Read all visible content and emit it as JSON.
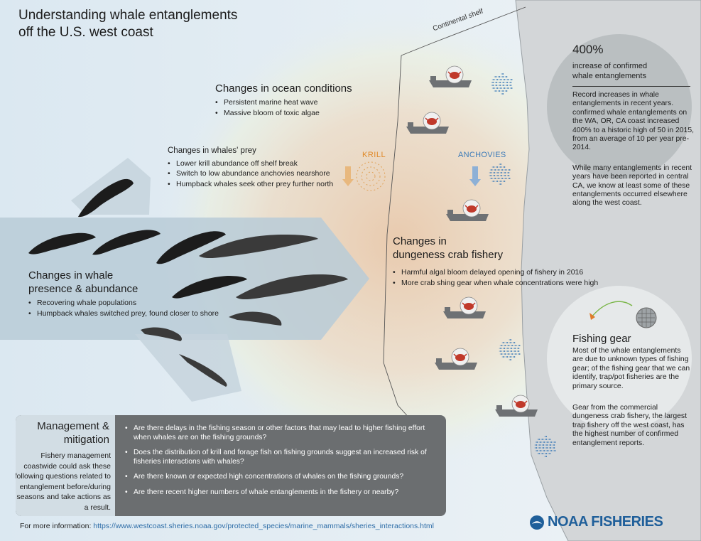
{
  "title": {
    "line1": "Understanding whale entanglements",
    "line2": "off the U.S. west coast"
  },
  "shelf_label": "Continental shelf",
  "ocean": {
    "heading": "Changes in ocean conditions",
    "bullets": [
      "Persistent marine heat wave",
      "Massive bloom of toxic algae"
    ]
  },
  "prey": {
    "heading": "Changes in whales' prey",
    "bullets": [
      "Lower krill abundance off shelf break",
      "Switch to low abundance anchovies nearshore",
      "Humpback whales seek other prey further north"
    ],
    "krill_label": "KRILL",
    "anchovies_label": "ANCHOVIES"
  },
  "whale": {
    "heading_line1": "Changes in whale",
    "heading_line2": "presence & abundance",
    "bullets": [
      "Recovering whale populations",
      "Humpback whales switched prey, found closer to shore"
    ]
  },
  "crab": {
    "heading_line1": "Changes in",
    "heading_line2": "dungeness crab fishery",
    "bullets": [
      "Harmful algal bloom delayed opening of fishery in 2016",
      "More crab shing gear when whale concentrations were high"
    ]
  },
  "stat": {
    "big": "400%",
    "sub": "increase of confirmed whale entanglements",
    "para1": "Record increases in whale entanglements in recent years. confirmed whale entanglements on the WA, OR, CA coast increased 400% to a historic high of 50 in 2015, from an average of 10 per year pre-2014.",
    "para2": "While many entanglements in recent years have been reported in central CA, we know at least some of these entanglements occurred elsewhere along the west coast."
  },
  "gear": {
    "heading": "Fishing gear",
    "para1": "Most of the whale entanglements are due to unknown types of fishing gear; of the fishing gear that we can identify, trap/pot fisheries are the primary source.",
    "para2": "Gear from the commercial dungeness crab fishery, the largest trap fishery off the west coast, has the highest number of confirmed entanglement reports."
  },
  "management": {
    "heading_line1": "Management &",
    "heading_line2": "mitigation",
    "body": "Fishery management coastwide could ask these following questions related to entanglement before/during seasons and take actions as a result.",
    "questions": [
      "Are there delays in the fishing season or other factors that may lead to higher fishing effort when whales are on the fishing grounds?",
      "Does the distribution of krill and forage fish on fishing grounds suggest an increased risk of fisheries interactions with whales?",
      "Are there known or expected high concentrations of whales on the fishing grounds?",
      "Are there recent higher numbers of whale entanglements in the fishery or nearby?"
    ]
  },
  "footer": {
    "label": "For more information:",
    "url": "https://www.westcoast.sheries.noaa.gov/protected_species/marine_mammals/sheries_interactions.html"
  },
  "logo": {
    "text": "NOAA FISHERIES"
  },
  "colors": {
    "krill": "#e08a2a",
    "anchovies": "#3d7bb8",
    "crab": "#c0392b",
    "boat": "#6e7174",
    "whale": "#1d1d1d",
    "noaa_blue": "#1f5f9a"
  }
}
